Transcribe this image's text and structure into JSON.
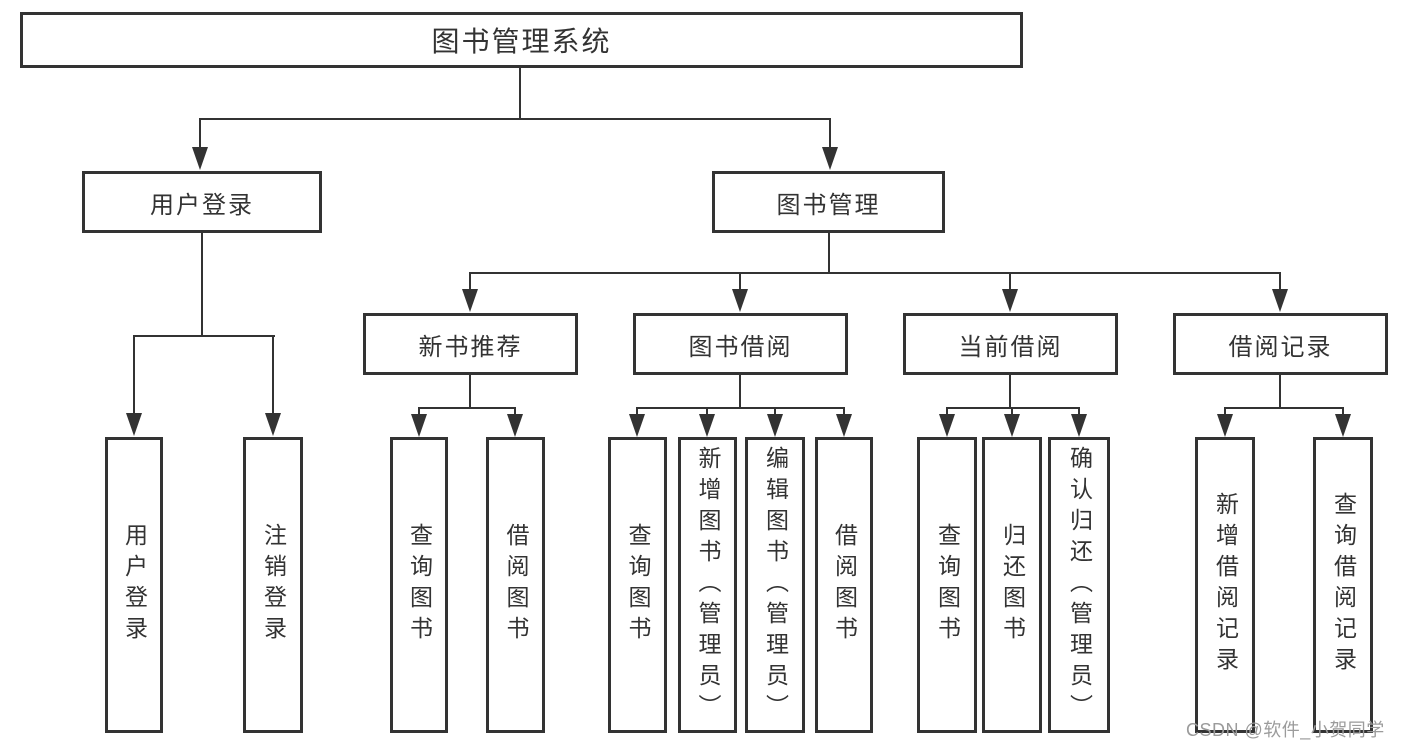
{
  "diagram": {
    "root": {
      "label": "图书管理系统"
    },
    "branches": [
      {
        "label": "用户登录",
        "children": [
          {
            "label": "用户登录"
          },
          {
            "label": "注销登录"
          }
        ]
      },
      {
        "label": "图书管理",
        "children": [
          {
            "label": "新书推荐",
            "children": [
              {
                "label": "查询图书"
              },
              {
                "label": "借阅图书"
              }
            ]
          },
          {
            "label": "图书借阅",
            "children": [
              {
                "label": "查询图书"
              },
              {
                "label": "新增图书（管理员）"
              },
              {
                "label": "编辑图书（管理员）"
              },
              {
                "label": "借阅图书"
              }
            ]
          },
          {
            "label": "当前借阅",
            "children": [
              {
                "label": "查询图书"
              },
              {
                "label": "归还图书"
              },
              {
                "label": "确认归还（管理员）"
              }
            ]
          },
          {
            "label": "借阅记录",
            "children": [
              {
                "label": "新增借阅记录"
              },
              {
                "label": "查询借阅记录"
              }
            ]
          }
        ]
      }
    ]
  },
  "watermark": {
    "text": "CSDN @软件_小贺同学"
  },
  "colors": {
    "line": "#333333",
    "border": "#333333",
    "text": "#333333",
    "background": "#ffffff",
    "box_background": "#ffffff",
    "watermark": "#9b9b9b"
  }
}
